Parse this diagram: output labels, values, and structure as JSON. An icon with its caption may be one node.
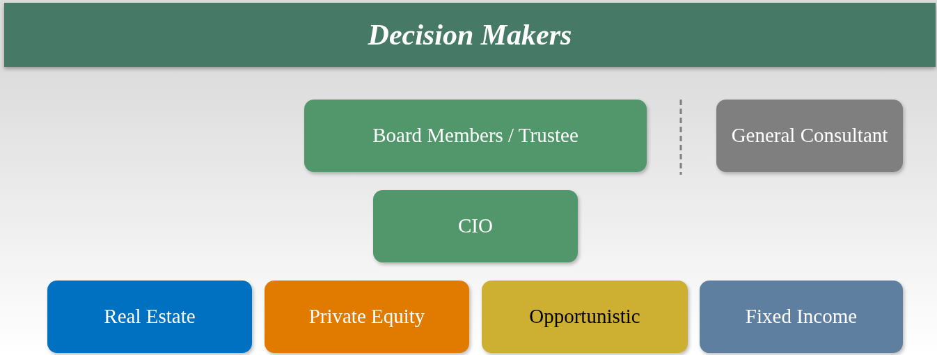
{
  "diagram": {
    "title": "Decision Makers",
    "nodes": [
      {
        "text": [
          "Board Members / Trustee"
        ]
      },
      {
        "text": [
          "General Consultant"
        ]
      },
      {
        "text": [
          "CIO"
        ]
      },
      {
        "text": [
          "Real Estate"
        ]
      },
      {
        "text": [
          "Private Equity"
        ]
      },
      {
        "text": [
          "Opportunistic"
        ]
      },
      {
        "text": [
          "Fixed Income"
        ]
      }
    ],
    "edges": []
  }
}
